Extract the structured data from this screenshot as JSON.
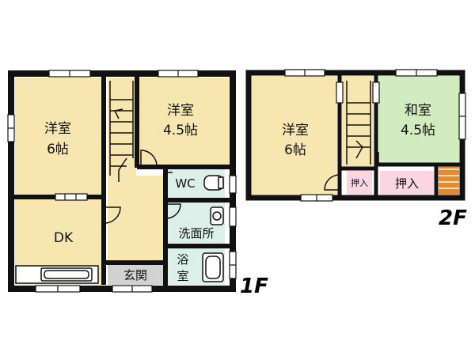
{
  "colors": {
    "wall": "#111111",
    "room_yellow": "#f8e6b0",
    "room_green": "#d2ecc0",
    "room_pink": "#f9d6e2",
    "wet_area": "#dcefe8",
    "entrance": "#d2d2d2",
    "balcony": "#e88a2a",
    "window_fill": "#ffffff"
  },
  "floor1": {
    "label": "1F",
    "rooms": {
      "western_room_6": {
        "name": "洋室",
        "size": "6帖"
      },
      "western_room_45": {
        "name": "洋室",
        "size": "4.5帖"
      },
      "dk": {
        "name": "DK"
      },
      "wc": {
        "name": "WC"
      },
      "washroom": {
        "name": "洗面所"
      },
      "bath": {
        "name": "浴",
        "name2": "室"
      },
      "entrance": {
        "name": "玄関"
      }
    }
  },
  "floor2": {
    "label": "2F",
    "rooms": {
      "western_room_6": {
        "name": "洋室",
        "size": "6帖"
      },
      "japanese_room_45": {
        "name": "和室",
        "size": "4.5帖"
      },
      "closet_small": {
        "name": "押入"
      },
      "closet_large": {
        "name": "押入"
      }
    }
  }
}
